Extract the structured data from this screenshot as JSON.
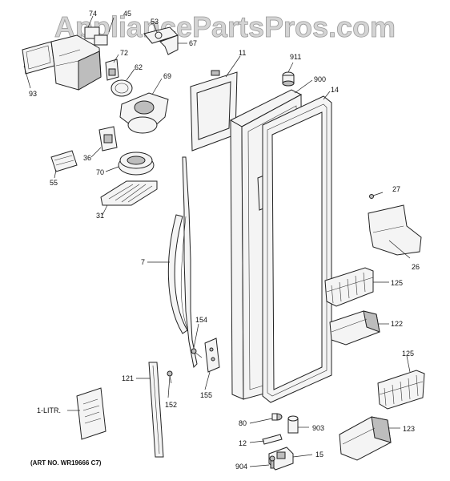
{
  "watermark": "AppliancePartsPros.com",
  "art_number": "(ART NO. WR19666 C7)",
  "parts": {
    "p74": "74",
    "p45": "45",
    "p53": "53",
    "p67": "67",
    "p72": "72",
    "p62": "62",
    "p93": "93",
    "p69": "69",
    "p11": "11",
    "p911": "911",
    "p900": "900",
    "p14": "14",
    "p36": "36",
    "p70": "70",
    "p55": "55",
    "p31": "31",
    "p27": "27",
    "p26": "26",
    "p7": "7",
    "p125a": "125",
    "p122": "122",
    "p154": "154",
    "p155": "155",
    "p121": "121",
    "p152": "152",
    "p125b": "125",
    "p1litr": "1-LITR.",
    "p80": "80",
    "p903": "903",
    "p123": "123",
    "p12": "12",
    "p15": "15",
    "p904": "904"
  }
}
